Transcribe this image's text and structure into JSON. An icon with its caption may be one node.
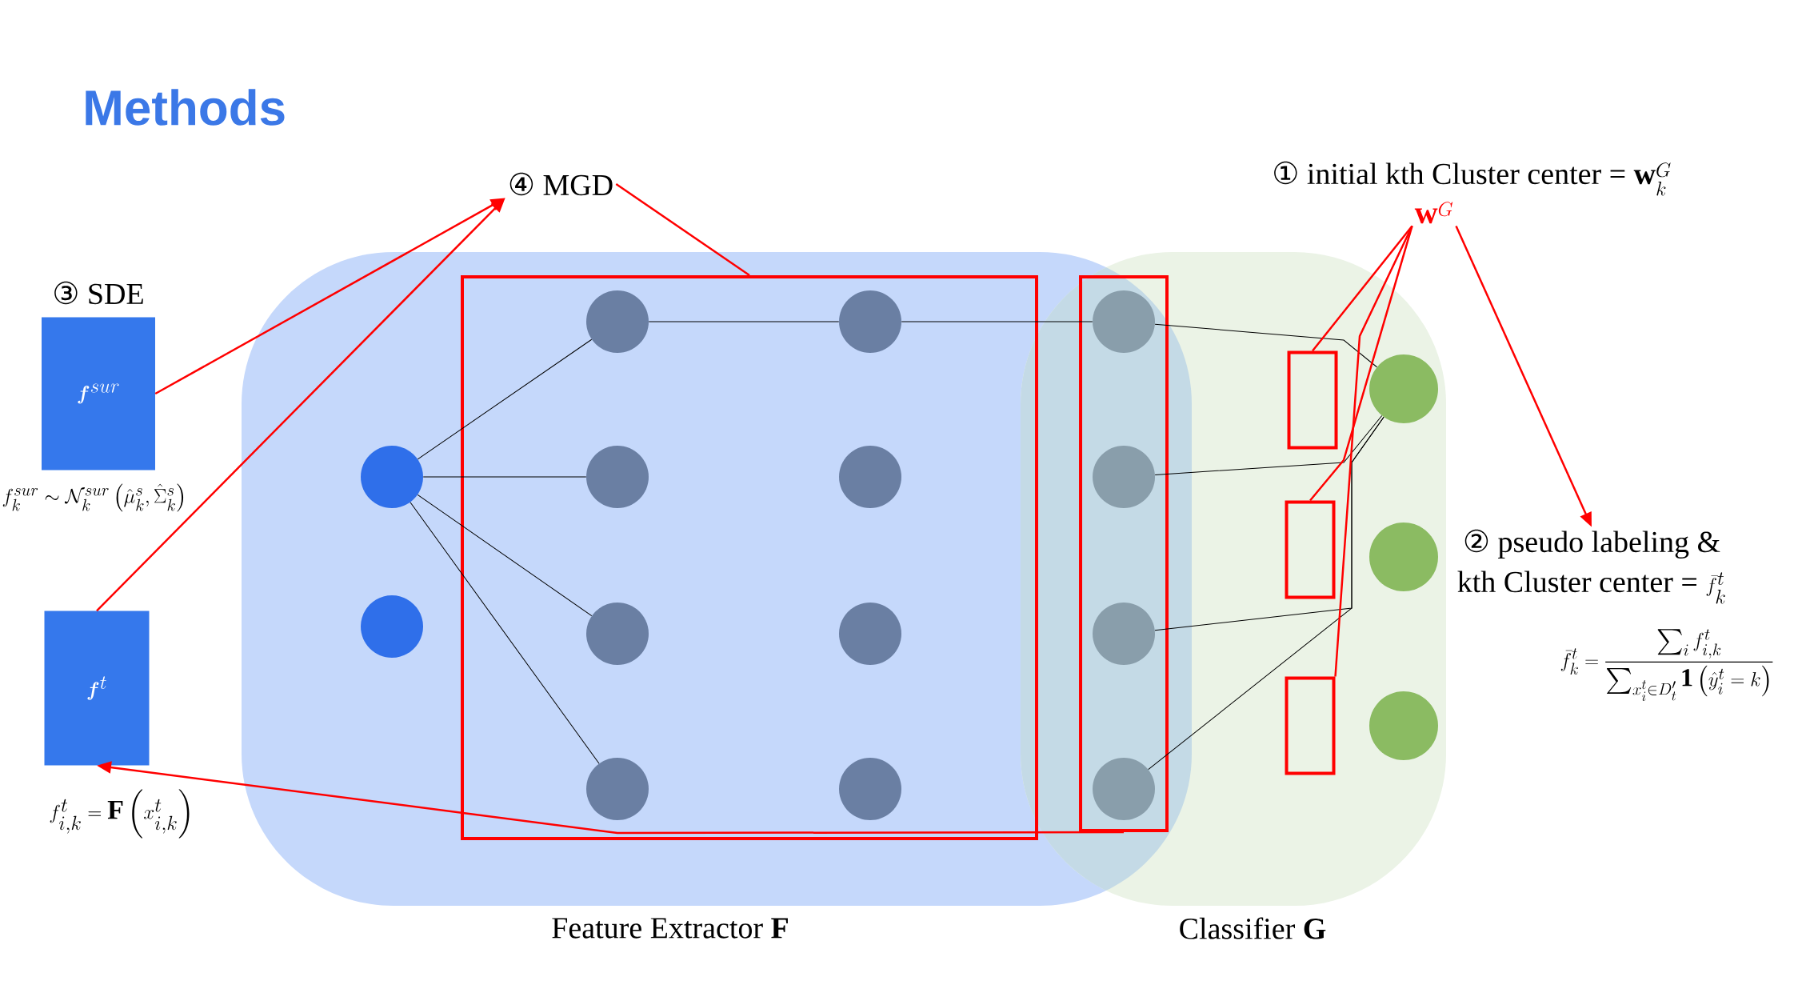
{
  "diagram": {
    "title": "Methods",
    "nodes": [
      {
        "text": [
          "Feature Extractor **F**"
        ]
      },
      {
        "text": [
          "Classifier **G**"
        ]
      },
      {
        "text": [],
        "shape": "box",
        "in": 0
      },
      {
        "text": [],
        "shape": "box"
      },
      {
        "text": [],
        "shape": "circle",
        "in": 0
      },
      {
        "text": [],
        "shape": "circle",
        "in": 0
      },
      {
        "text": [],
        "shape": "circle",
        "in": 2
      },
      {
        "text": [],
        "shape": "circle",
        "in": 2
      },
      {
        "text": [],
        "shape": "circle",
        "in": 2
      },
      {
        "text": [],
        "shape": "circle",
        "in": 2
      },
      {
        "text": [],
        "shape": "circle",
        "in": 2
      },
      {
        "text": [],
        "shape": "circle",
        "in": 2
      },
      {
        "text": [],
        "shape": "circle",
        "in": 2
      },
      {
        "text": [],
        "shape": "circle",
        "in": 2
      },
      {
        "text": [],
        "shape": "circle",
        "in": 3
      },
      {
        "text": [],
        "shape": "circle",
        "in": 3
      },
      {
        "text": [],
        "shape": "circle",
        "in": 3
      },
      {
        "text": [],
        "shape": "circle",
        "in": 3
      },
      {
        "text": [],
        "shape": "box",
        "in": 1
      },
      {
        "text": [],
        "shape": "box",
        "in": 1
      },
      {
        "text": [],
        "shape": "box",
        "in": 1
      },
      {
        "text": [],
        "shape": "circle",
        "in": 1
      },
      {
        "text": [],
        "shape": "circle",
        "in": 1
      },
      {
        "text": [],
        "shape": "circle",
        "in": 1
      },
      {
        "text": [
          "③ SDE",
          "\\boldsymbol{f}^{sur}"
        ],
        "beside": [
          "f_k^{sur} \\sim \\mathcal{N}_k^{sur}\\left(\\hat{\\mu}_k^s,\\hat{\\Sigma}_k^s\\right)"
        ]
      },
      {
        "text": [
          "\\boldsymbol{f}^{t}"
        ],
        "beside": [
          "f_{i,k}^t = \\mathbf{F}\\left(x_{i,k}^t\\right)"
        ]
      },
      {
        "text": [
          "④ MGD"
        ]
      },
      {
        "text": [
          "\\mathbf{w}^G"
        ]
      },
      {
        "text": [
          "② pseudo labeling &",
          "kth Cluster center =",
          "\\bar{f}_k^t"
        ],
        "beside": [
          "\\bar{f}_k^t = \\frac{\\sum_i f_{i,k}^t}{\\sum_{x_i^t \\in D_t'} \\mathbf{1}\\left(\\hat{y}_i^t = k\\right)}"
        ]
      }
    ],
    "edges": [
      {
        "from": 4,
        "to": 6,
        "arrow": "none"
      },
      {
        "from": 4,
        "to": 7,
        "arrow": "none"
      },
      {
        "from": 4,
        "to": 8,
        "arrow": "none"
      },
      {
        "from": 4,
        "to": 9,
        "arrow": "none"
      },
      {
        "from": 6,
        "to": 10,
        "arrow": "none"
      },
      {
        "from": 10,
        "to": 14,
        "arrow": "none"
      },
      {
        "from": 14,
        "to": 21,
        "arrow": "none"
      },
      {
        "from": 15,
        "to": 21,
        "arrow": "none"
      },
      {
        "from": 16,
        "to": 21,
        "arrow": "none"
      },
      {
        "from": 17,
        "to": 21,
        "arrow": "none"
      },
      {
        "from": 24,
        "to": 26,
        "arrow": "to",
        "color": "#ff0000"
      },
      {
        "from": 25,
        "to": 26,
        "arrow": "to",
        "color": "#ff0000"
      },
      {
        "from": 26,
        "to": 2,
        "arrow": "none",
        "color": "#ff0000"
      },
      {
        "from": 3,
        "to": 25,
        "arrow": "to",
        "color": "#ff0000"
      },
      {
        "from": 27,
        "to": 18,
        "arrow": "none",
        "color": "#ff0000"
      },
      {
        "from": 27,
        "to": 19,
        "arrow": "none",
        "color": "#ff0000"
      },
      {
        "from": 27,
        "to": 20,
        "arrow": "none",
        "color": "#ff0000"
      },
      {
        "from": 27,
        "to": 28,
        "arrow": "to",
        "color": "#ff0000"
      }
    ],
    "labels": [
      "① initial kth Cluster center =",
      "\\mathbf{w}_k^G"
    ]
  }
}
